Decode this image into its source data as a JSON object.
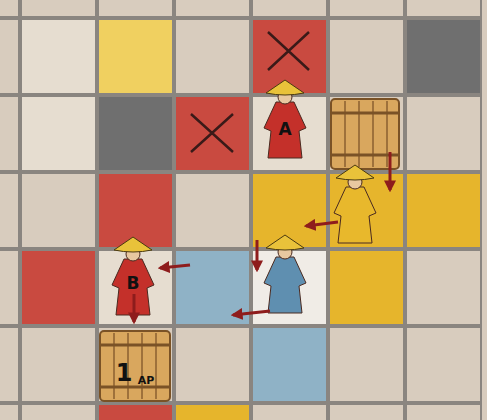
{
  "diagram": {
    "labels": [
      "A",
      "B",
      "1",
      "AP"
    ]
  }
}
